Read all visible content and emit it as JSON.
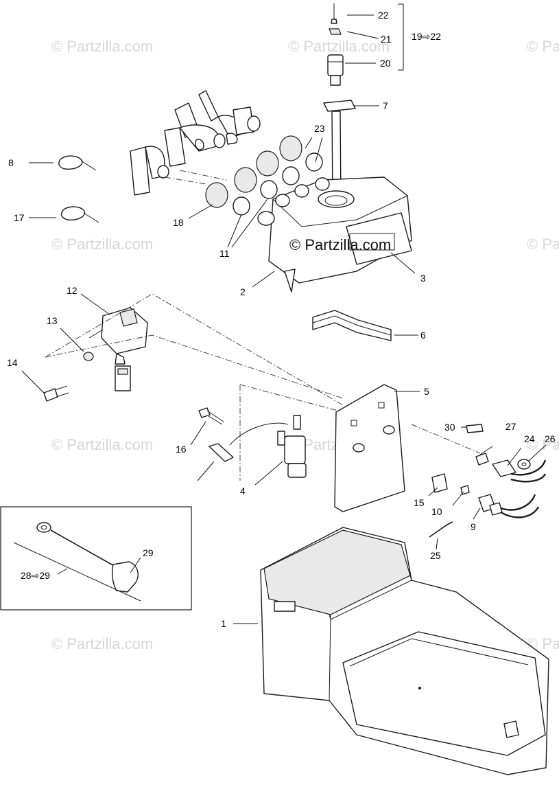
{
  "watermark_text": "© Partzilla.com",
  "callouts": {
    "c1": "1",
    "c2": "2",
    "c3": "3",
    "c4": "4",
    "c5": "5",
    "c6": "6",
    "c7": "7",
    "c8": "8",
    "c9": "9",
    "c10": "10",
    "c11": "11",
    "c12": "12",
    "c13": "13",
    "c14": "14",
    "c15": "15",
    "c16": "16",
    "c17": "17",
    "c18": "18",
    "c20": "20",
    "c21": "21",
    "c22": "22",
    "c23": "23",
    "c24": "24",
    "c25": "25",
    "c26": "26",
    "c27": "27",
    "c29": "29",
    "c30": "30",
    "range_19_22": "19⇨22",
    "range_28_29": "28⇨29"
  },
  "colors": {
    "line": "#1a1a1a",
    "watermark": "#d6d6d6",
    "background": "#ffffff"
  }
}
